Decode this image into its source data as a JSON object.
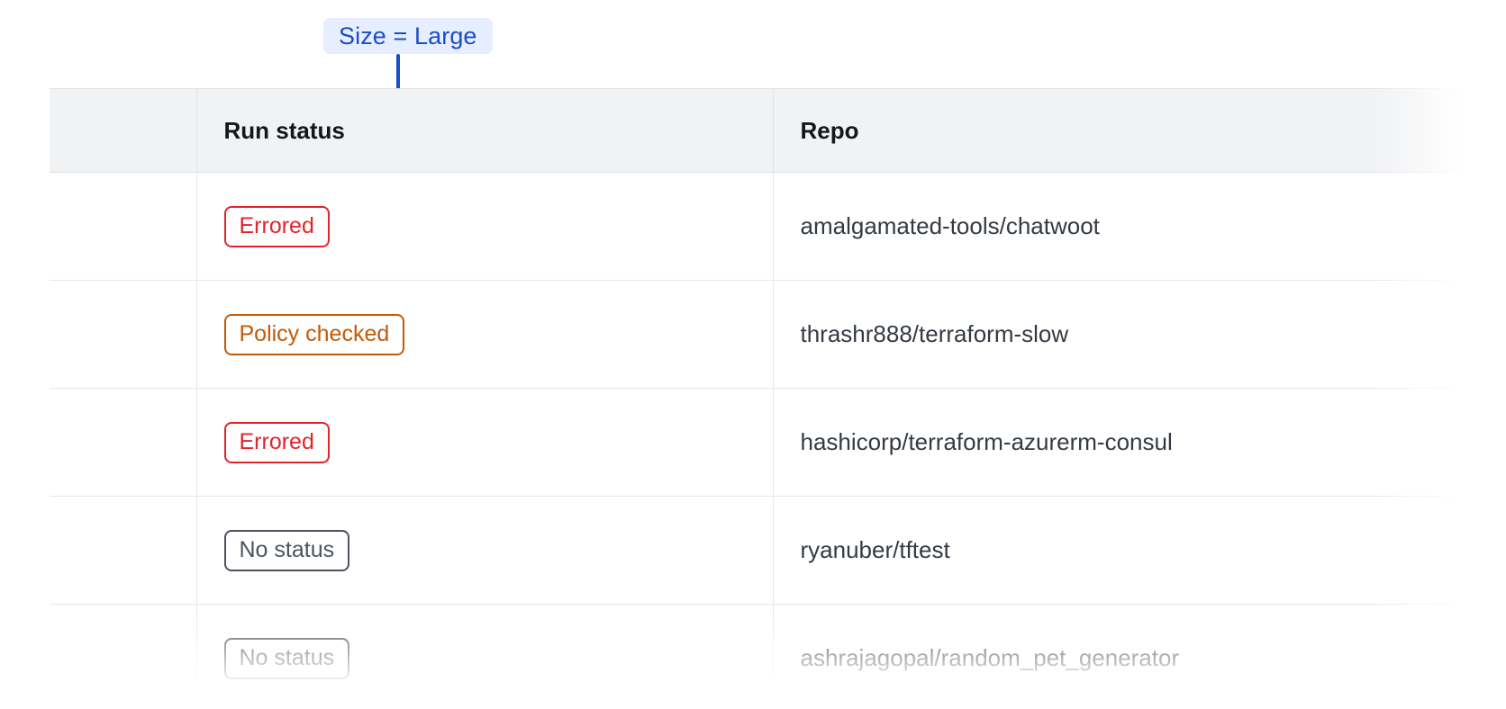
{
  "annotation": {
    "label": "Size = Large",
    "accent_color": "#1b4dc9",
    "pill_background": "#e6eeff"
  },
  "table": {
    "columns": [
      {
        "key": "lead",
        "header": ""
      },
      {
        "key": "run_status",
        "header": "Run status"
      },
      {
        "key": "repo",
        "header": "Repo"
      }
    ],
    "header_background": "#f1f2f4",
    "rows": [
      {
        "run_status": "Errored",
        "status_variant": "errored",
        "repo": "amalgamated-tools/chatwoot"
      },
      {
        "run_status": "Policy checked",
        "status_variant": "policy-checked",
        "repo": "thrashr888/terraform-slow"
      },
      {
        "run_status": "Errored",
        "status_variant": "errored",
        "repo": "hashicorp/terraform-azurerm-consul"
      },
      {
        "run_status": "No status",
        "status_variant": "no-status",
        "repo": "ryanuber/tftest"
      },
      {
        "run_status": "No status",
        "status_variant": "no-status",
        "repo": "ashrajagopal/random_pet_generator"
      }
    ],
    "status_colors": {
      "errored": "#e3242b",
      "policy-checked": "#c25a08",
      "no-status": "#4c525e"
    }
  }
}
